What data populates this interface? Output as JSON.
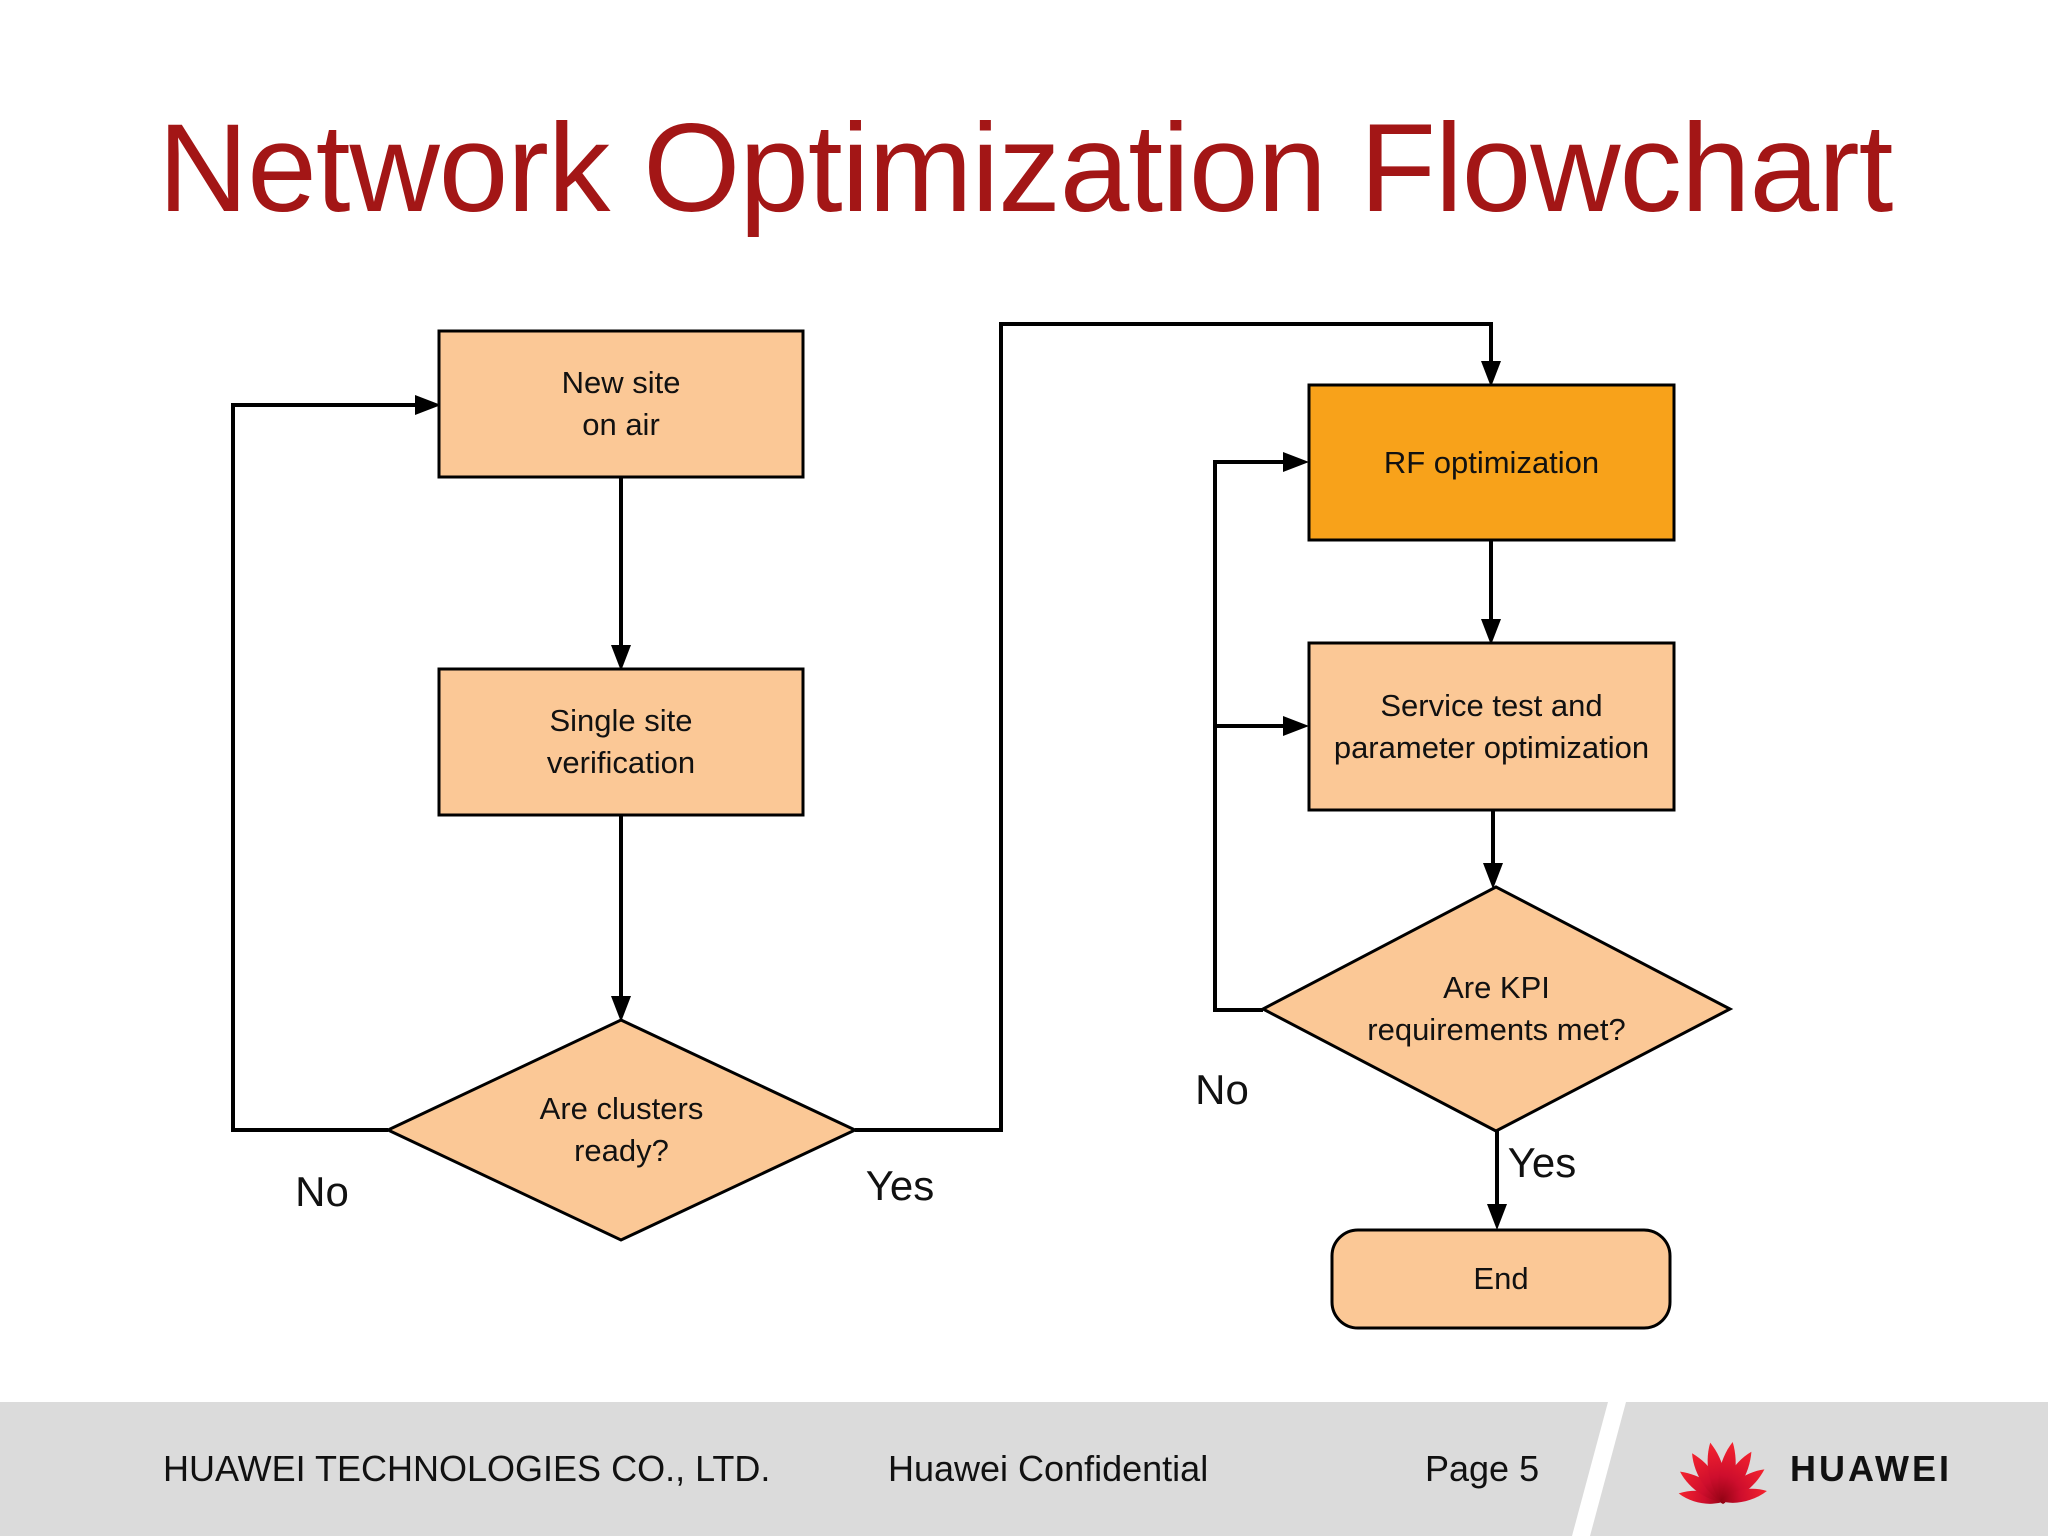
{
  "title": "Network Optimization Flowchart",
  "colors": {
    "title_red": "#A31616",
    "node_peach": "#FBC896",
    "node_orange": "#F8A21A",
    "line_black": "#000000",
    "footer_gray": "#DBDBDB",
    "logo_red": "#E10A1E"
  },
  "flowchart": {
    "nodes": {
      "new_site": {
        "label": "New site\non air",
        "type": "process"
      },
      "single_site": {
        "label": "Single site\nverification",
        "type": "process"
      },
      "clusters_decision": {
        "label": "Are clusters\nready?",
        "type": "decision"
      },
      "rf_optimization": {
        "label": "RF optimization",
        "type": "process-highlighted"
      },
      "service_test": {
        "label": "Service test and\nparameter optimization",
        "type": "process"
      },
      "kpi_decision": {
        "label": "Are KPI\nrequirements met?",
        "type": "decision"
      },
      "end": {
        "label": "End",
        "type": "terminator"
      }
    },
    "edge_labels": {
      "clusters_no": "No",
      "clusters_yes": "Yes",
      "kpi_no": "No",
      "kpi_yes": "Yes"
    }
  },
  "footer": {
    "company": "HUAWEI TECHNOLOGIES CO., LTD.",
    "confidential": "Huawei Confidential",
    "page": "Page 5",
    "logo_text": "HUAWEI"
  }
}
